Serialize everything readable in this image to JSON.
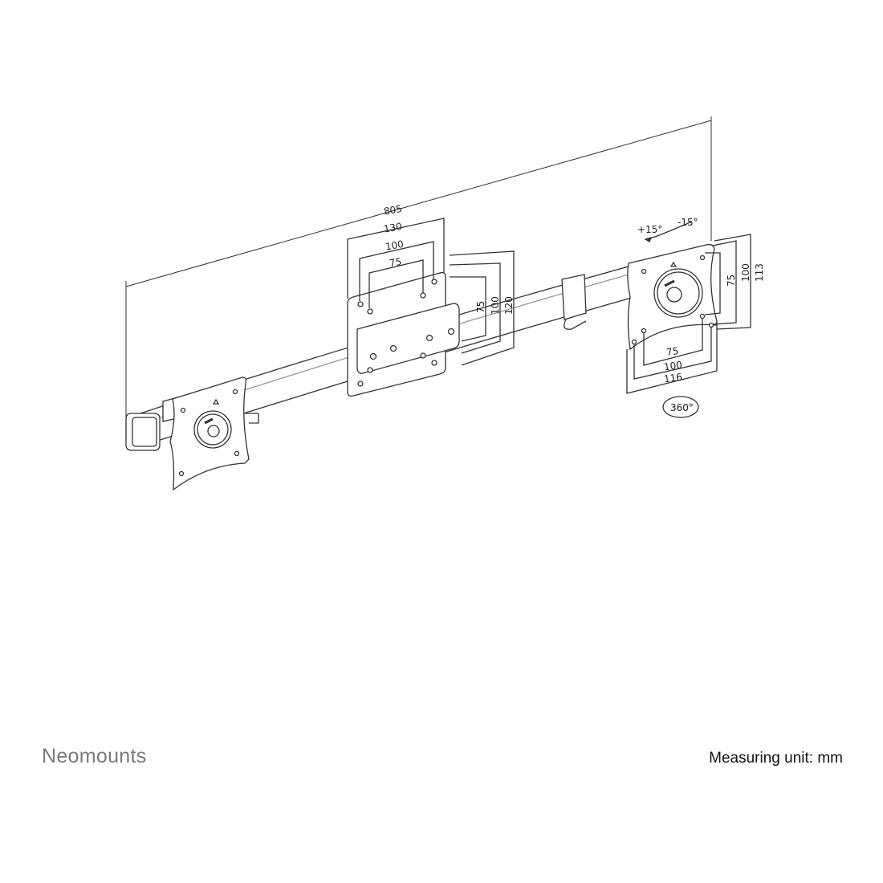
{
  "drawing": {
    "overall_width": "805",
    "center_plate": {
      "w130": "130",
      "w100": "100",
      "w75": "75",
      "h75": "75",
      "h100": "100",
      "h120": "120"
    },
    "right_plate": {
      "h75": "75",
      "h100": "100",
      "h113": "113",
      "w75": "75",
      "w100": "100",
      "w116": "116"
    },
    "tilt_plus": "+15°",
    "tilt_minus": "-15°",
    "rotation": "360°"
  },
  "footer": {
    "brand": "Neomounts",
    "unit_note": "Measuring unit: mm"
  },
  "colors": {
    "line": "#333333",
    "brand": "#7a7a7a"
  }
}
